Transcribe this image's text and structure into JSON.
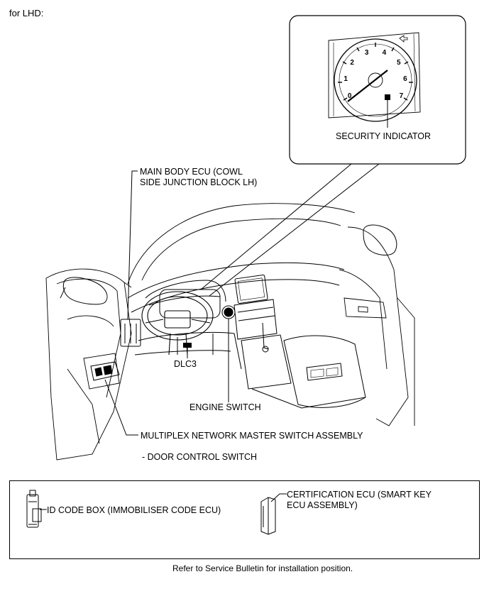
{
  "header": {
    "title": "for LHD:"
  },
  "callouts": {
    "security_indicator": "SECURITY INDICATOR",
    "main_body_ecu_line1": "MAIN BODY ECU (COWL",
    "main_body_ecu_line2": "SIDE JUNCTION BLOCK LH)",
    "dlc3": "DLC3",
    "engine_switch": "ENGINE SWITCH",
    "multiplex_line1": "MULTIPLEX NETWORK MASTER SWITCH ASSEMBLY",
    "multiplex_line2": "- DOOR CONTROL SWITCH"
  },
  "gauge": {
    "tick_labels": [
      "0",
      "1",
      "2",
      "3",
      "4",
      "5",
      "6",
      "7"
    ]
  },
  "legend": {
    "id_code_box": "ID CODE BOX (IMMOBILISER CODE ECU)",
    "certification_line1": "CERTIFICATION ECU (SMART KEY",
    "certification_line2": "ECU ASSEMBLY)"
  },
  "footer": {
    "note": "Refer to Service Bulletin for installation position."
  }
}
